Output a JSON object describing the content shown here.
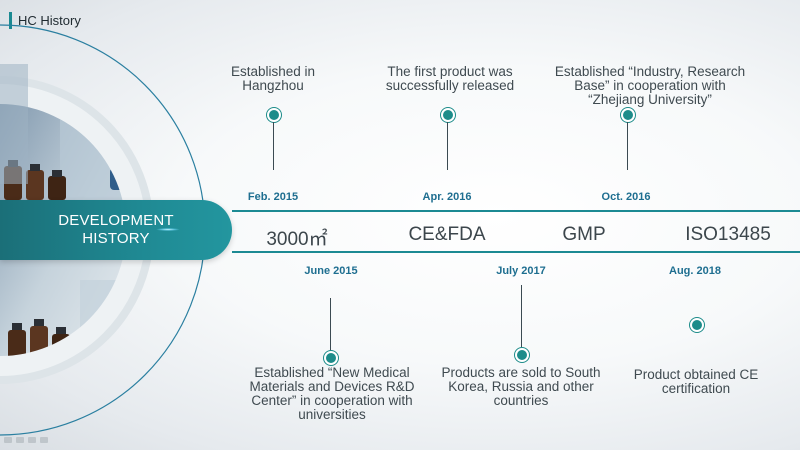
{
  "header": {
    "title": "HC History"
  },
  "banner": {
    "line1": "DEVELOPMENT",
    "line2": "HISTORY"
  },
  "metrics": [
    "3000㎡",
    "CE&FDA",
    "GMP",
    "ISO13485"
  ],
  "top_events": [
    {
      "date": "Feb. 2015",
      "text_lines": [
        "Established in",
        "Hangzhou"
      ]
    },
    {
      "date": "Apr. 2016",
      "text_lines": [
        "The first product was",
        "successfully released"
      ]
    },
    {
      "date": "Oct. 2016",
      "text_lines": [
        "Established “Industry, Research",
        "Base” in cooperation with",
        "“Zhejiang University”"
      ]
    }
  ],
  "bottom_events": [
    {
      "date": "June 2015",
      "text_lines": [
        "Established “New Medical",
        "Materials and Devices R&D",
        "Center” in cooperation with",
        "universities"
      ]
    },
    {
      "date": "July 2017",
      "text_lines": [
        "Products are sold to South",
        "Korea, Russia and other",
        "countries"
      ]
    },
    {
      "date": "Aug. 2018",
      "text_lines": [
        "Product obtained CE",
        "certification"
      ]
    }
  ],
  "colors": {
    "accent": "#1c8a93",
    "date": "#1e6e90",
    "text": "#3f4a50"
  },
  "icons": {
    "timeline_marker": "timeline-dot-icon"
  }
}
